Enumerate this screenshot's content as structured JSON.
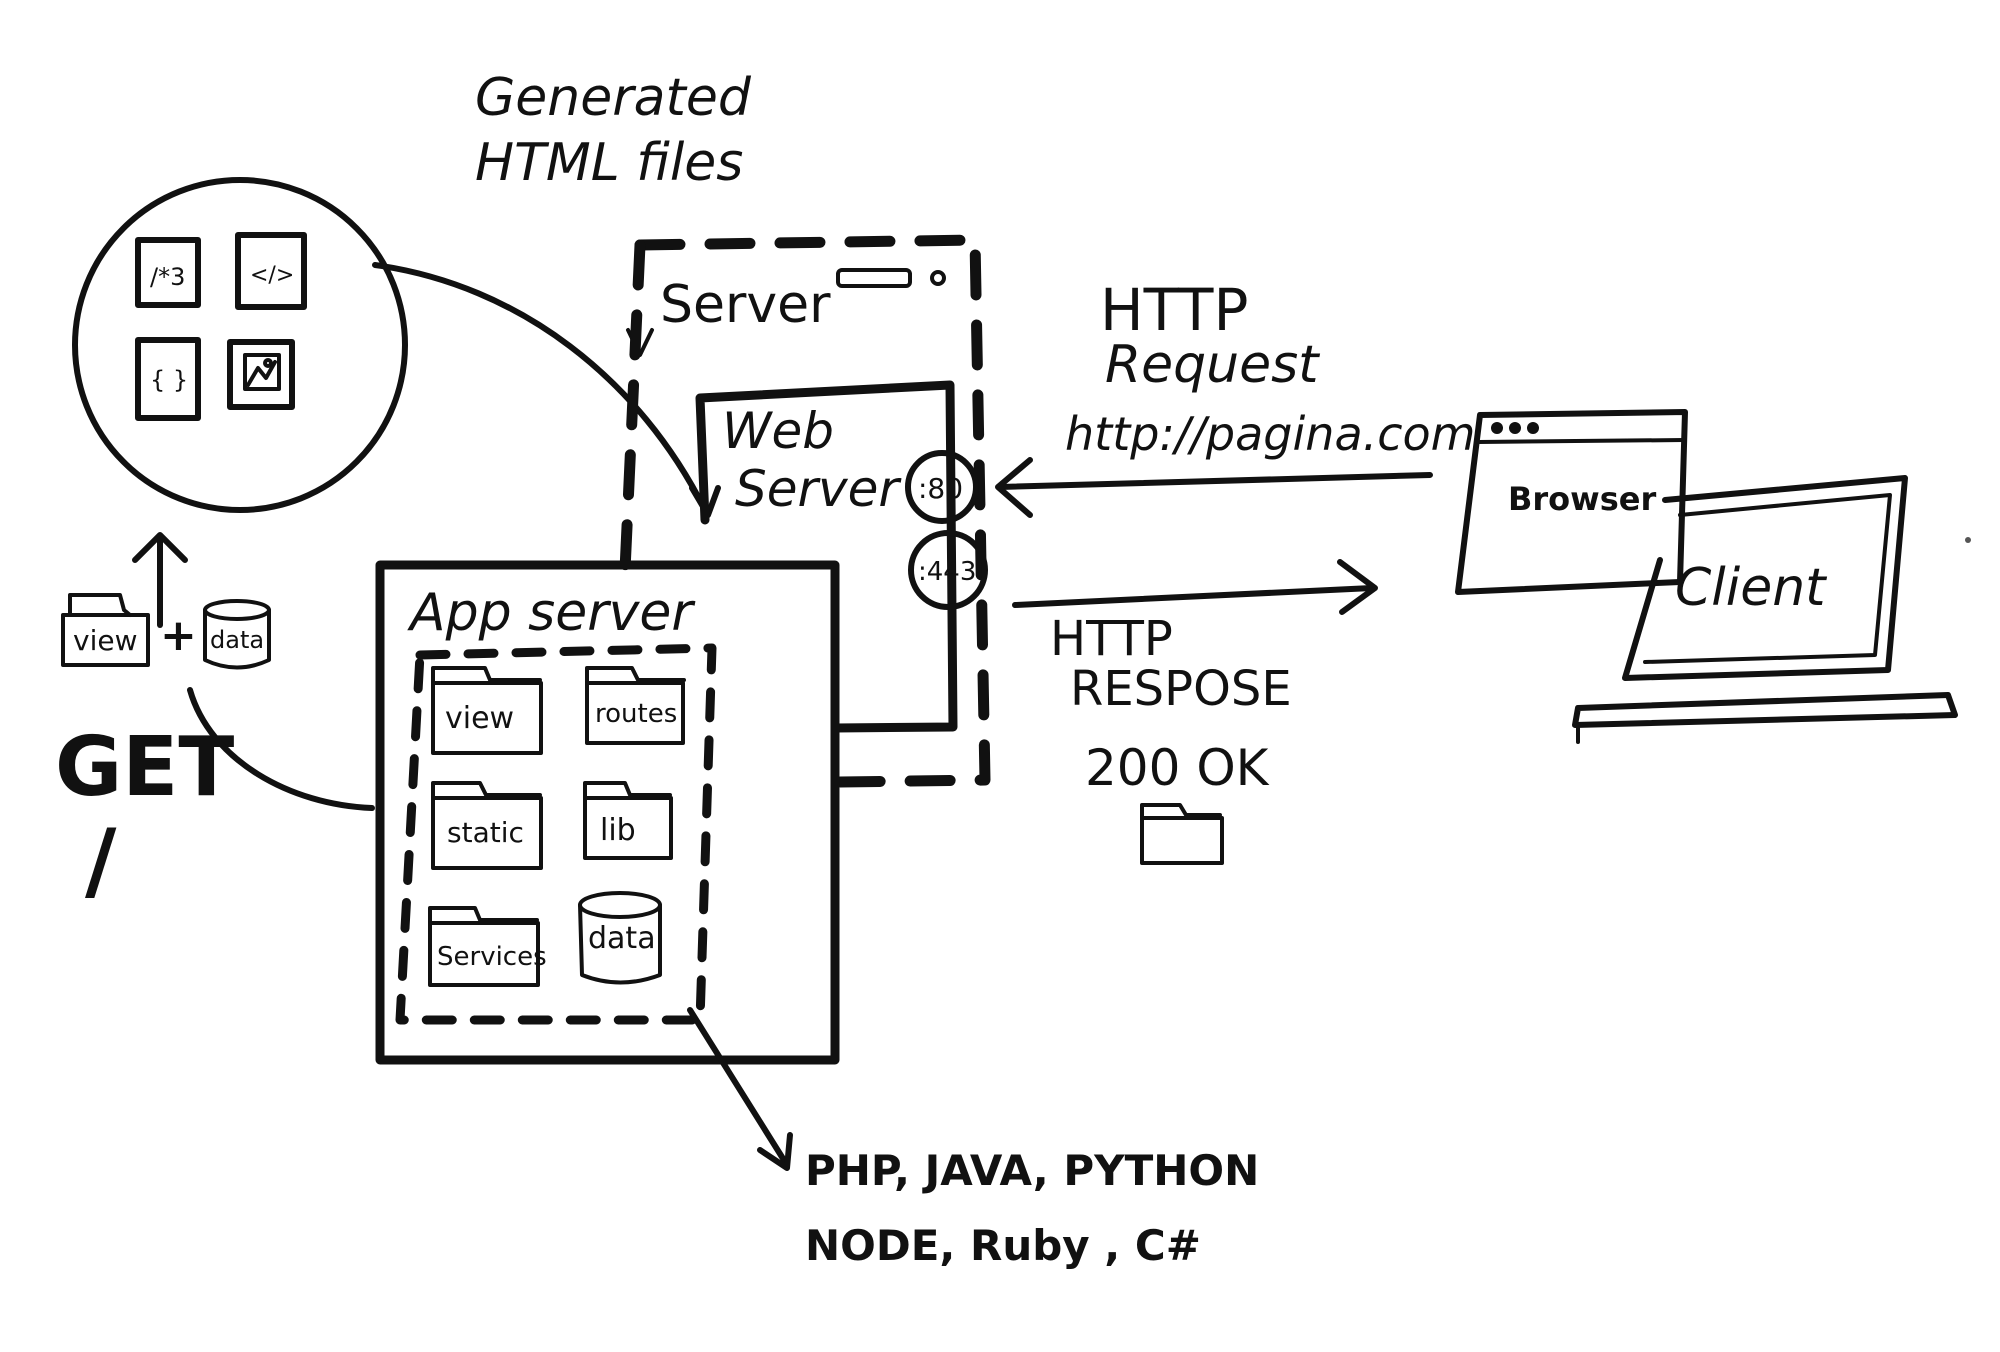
{
  "generated_note": {
    "line1": "Generated",
    "line2": "HTML files"
  },
  "server": {
    "label": "Server"
  },
  "web_server": {
    "line1": "Web",
    "line2": "Server",
    "port_http": ":80",
    "port_https": ":443"
  },
  "app_server": {
    "label": "App server",
    "folders": [
      "view",
      "routes",
      "static",
      "lib",
      "Services"
    ],
    "db": "data"
  },
  "left_flow": {
    "view_label": "view",
    "plus": "+",
    "data_label": "data",
    "method": "GET",
    "slash": "/"
  },
  "generated_icons": [
    "/*3",
    "</>",
    "{ }",
    "image"
  ],
  "request": {
    "line1": "HTTP",
    "line2": "Request",
    "url": "http://pagina.com"
  },
  "response": {
    "line1": "HTTP",
    "line2": "RESPOSE",
    "status": "200 OK"
  },
  "client": {
    "browser_label": "Browser",
    "label": "Client"
  },
  "languages": {
    "line1": "PHP, JAVA, PYTHON",
    "line2": "NODE, Ruby , C#"
  }
}
